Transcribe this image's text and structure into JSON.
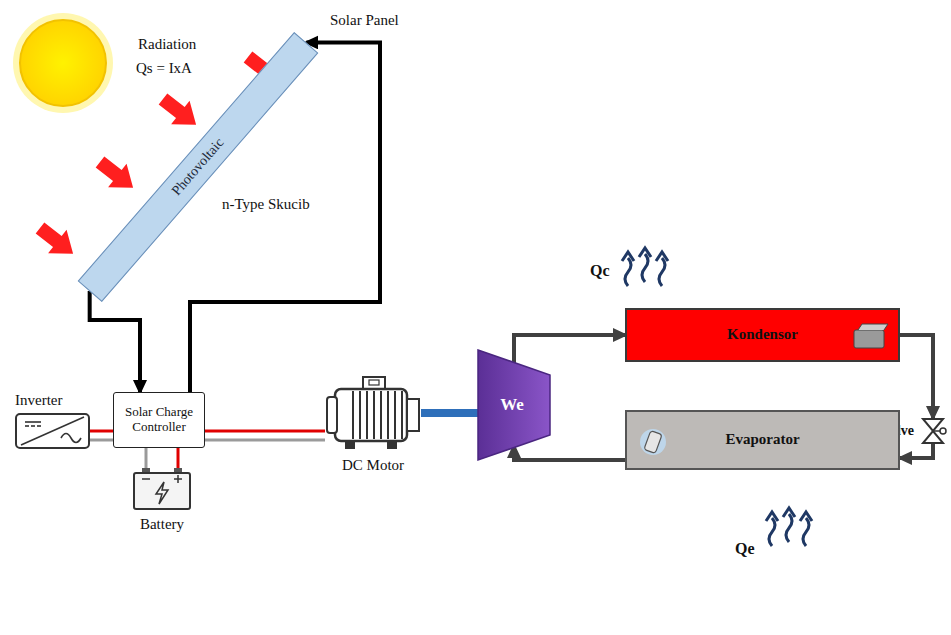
{
  "diagram": {
    "nodes": [
      {
        "text": [
          "Photovoltaic"
        ]
      },
      {
        "text": [
          "Solar Charge Controller"
        ]
      },
      {
        "text": [
          "Inverter"
        ]
      },
      {
        "text": [
          "Battery"
        ]
      },
      {
        "text": [
          "DC Motor"
        ]
      },
      {
        "text": [
          "We"
        ]
      },
      {
        "text": [
          "Kondensor"
        ]
      },
      {
        "text": [
          "Expansion Valve"
        ]
      },
      {
        "text": [
          "Evaporator"
        ]
      }
    ],
    "edges": [
      {
        "from": 0,
        "to": 1,
        "arrow": "to"
      },
      {
        "from": 1,
        "to": 0,
        "arrow": "to"
      },
      {
        "from": 2,
        "to": 1,
        "arrow": "none"
      },
      {
        "from": 3,
        "to": 1,
        "arrow": "none"
      },
      {
        "from": 1,
        "to": 4,
        "arrow": "none"
      },
      {
        "from": 4,
        "to": 5,
        "arrow": "none"
      },
      {
        "from": 5,
        "to": 6,
        "arrow": "to"
      },
      {
        "from": 6,
        "to": 7,
        "arrow": "to"
      },
      {
        "from": 7,
        "to": 8,
        "arrow": "to"
      },
      {
        "from": 8,
        "to": 5,
        "arrow": "to"
      }
    ],
    "labels": [
      "Radiation",
      "Qs = IxA",
      "Solar Panel",
      "n-Type Skucib",
      "Qc",
      "Qe"
    ]
  }
}
